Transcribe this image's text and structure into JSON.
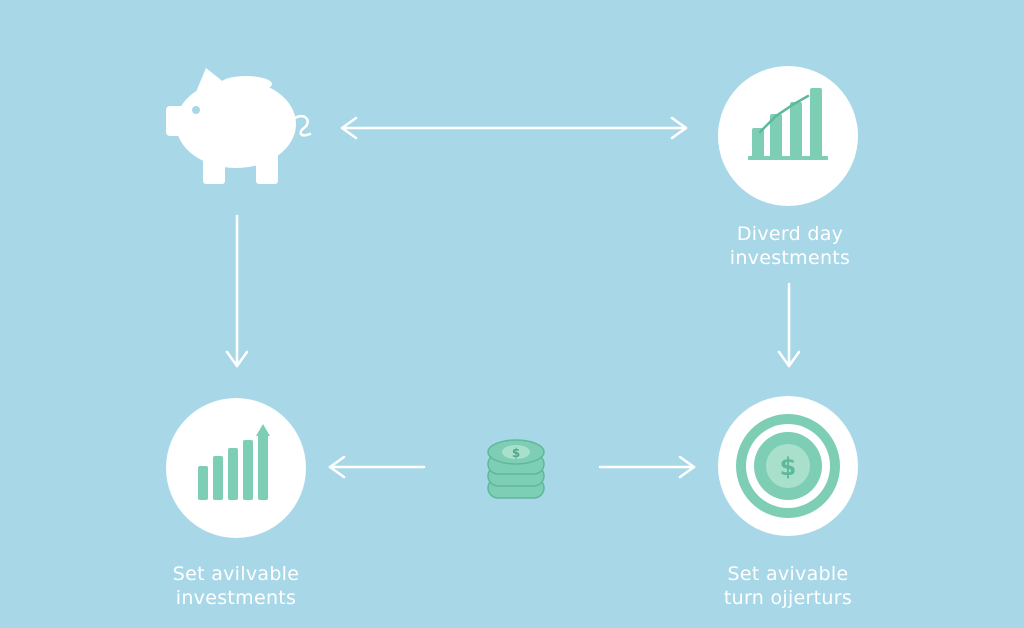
{
  "colors": {
    "background": "#a8d8e8",
    "node_fill": "#ffffff",
    "icon_green": "#7dceb4",
    "icon_green_dark": "#5fb89c",
    "arrow": "#ffffff"
  },
  "nodes": {
    "top_left": {
      "icon": "piggy-bank-icon",
      "label_line1": "",
      "label_line2": ""
    },
    "top_right": {
      "icon": "bar-chart-icon",
      "label_line1": "Diverd day",
      "label_line2": "investments"
    },
    "bottom_left": {
      "icon": "growth-chart-arrow-icon",
      "label_line1": "Set avilvable",
      "label_line2": "investments"
    },
    "bottom_right": {
      "icon": "dollar-target-icon",
      "label_line1": "Set avivable",
      "label_line2": "turn ojjerturs"
    },
    "center": {
      "icon": "coin-stack-icon"
    }
  },
  "connectors": [
    {
      "from": "top_left",
      "to": "top_right",
      "direction": "both"
    },
    {
      "from": "top_left",
      "to": "bottom_left",
      "direction": "down"
    },
    {
      "from": "top_right",
      "to": "bottom_right",
      "direction": "down"
    },
    {
      "from": "center",
      "to": "bottom_left",
      "direction": "left"
    },
    {
      "from": "center",
      "to": "bottom_right",
      "direction": "right"
    }
  ]
}
